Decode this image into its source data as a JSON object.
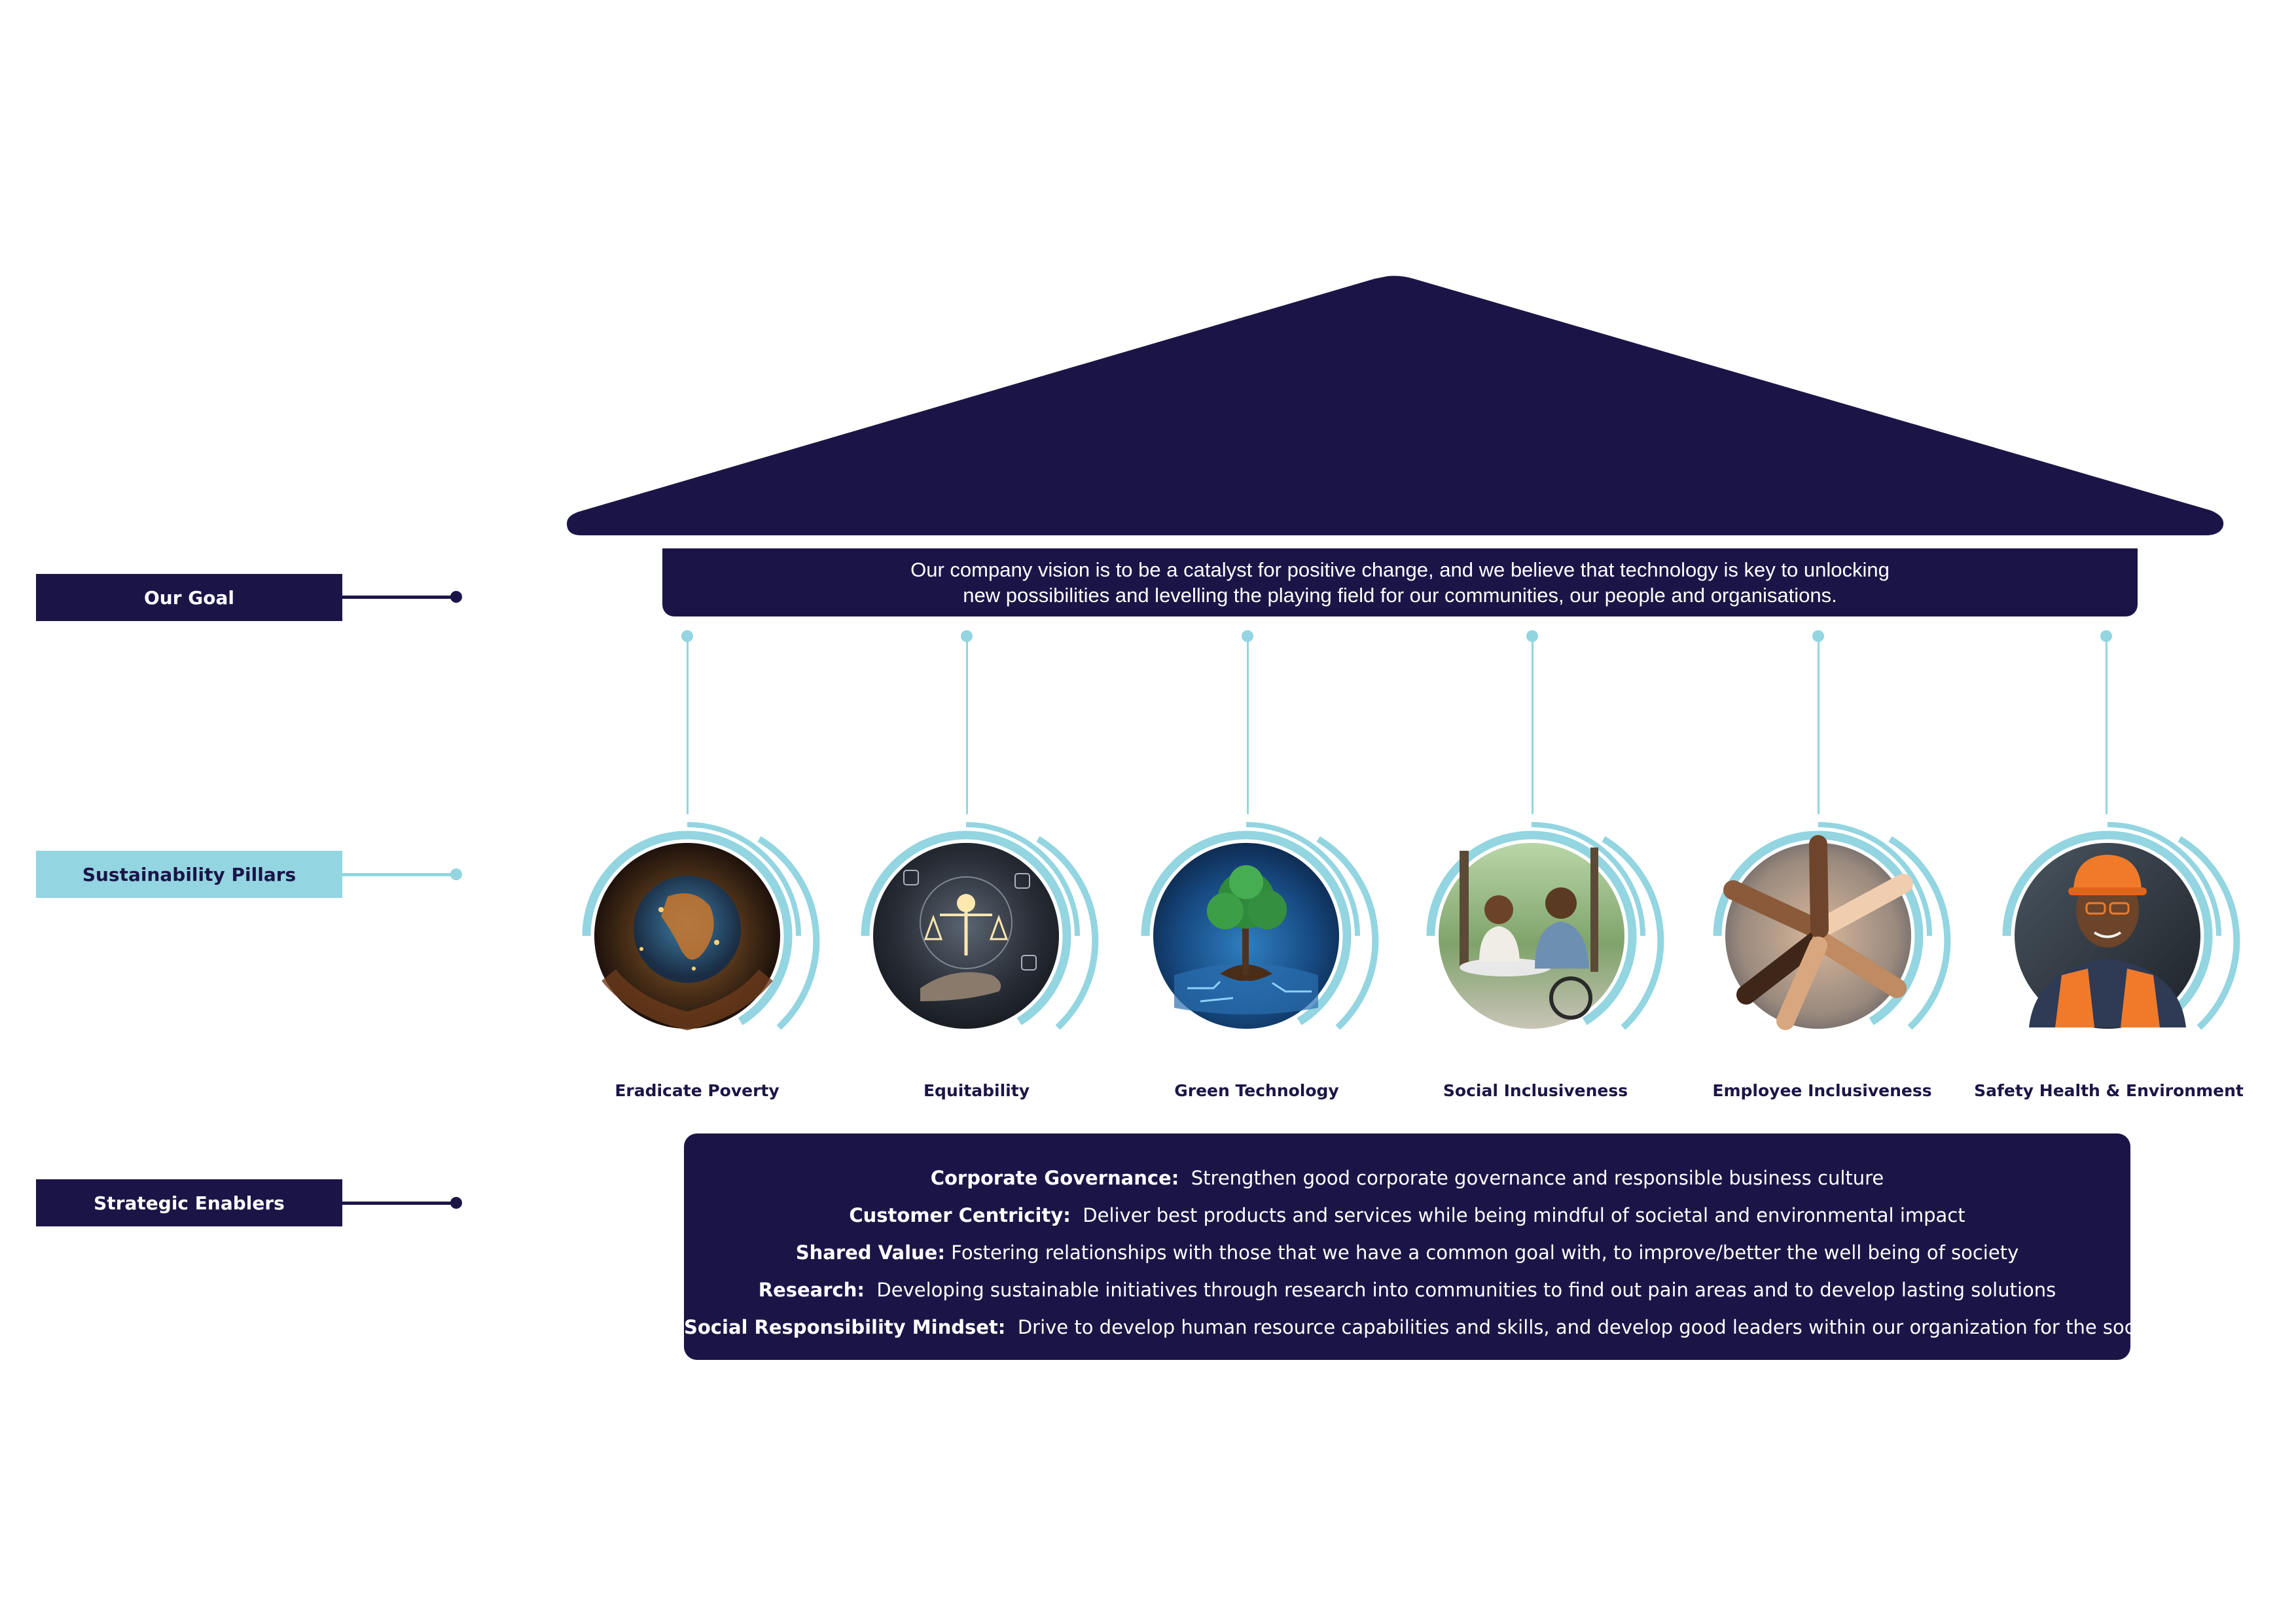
{
  "goal": {
    "label": "Our Goal",
    "vision_line1": "Our company vision is to be a catalyst for positive change, and we believe that technology is key to unlocking",
    "vision_line2": "new possibilities and levelling the playing  field for our communities, our people and organisations."
  },
  "pillars": {
    "label": "Sustainability Pillars",
    "items": [
      {
        "label": "Eradicate Poverty",
        "icon": "globe-hands-icon"
      },
      {
        "label": "Equitability",
        "icon": "justice-scale-icon"
      },
      {
        "label": "Green Technology",
        "icon": "tree-circuit-icon"
      },
      {
        "label": "Social Inclusiveness",
        "icon": "people-talking-icon"
      },
      {
        "label": "Employee Inclusiveness",
        "icon": "stacked-hands-icon"
      },
      {
        "label": "Safety Health & Environment",
        "icon": "hard-hat-worker-icon"
      }
    ]
  },
  "enablers": {
    "label": "Strategic Enablers",
    "items": [
      {
        "title": "Corporate Governance:",
        "text": "Strengthen good corporate governance and responsible business culture"
      },
      {
        "title": "Customer Centricity:",
        "text": "Deliver best products and services while being mindful of societal and environmental impact"
      },
      {
        "title": "Shared Value:",
        "text": "Fostering relationships with those that we have a common goal with, to improve/better the well being of society"
      },
      {
        "title": "Research:",
        "text": "Developing sustainable initiatives through research  into communities to find out pain areas and to develop lasting solutions"
      },
      {
        "title": "Social Responsibility Mindset:",
        "text": "Drive to develop human resource capabilities and skills, and develop good leaders within our organization for the society"
      }
    ]
  },
  "colors": {
    "navy": "#1b1547",
    "light_blue": "#93d5e1",
    "background": "#ffffff"
  }
}
